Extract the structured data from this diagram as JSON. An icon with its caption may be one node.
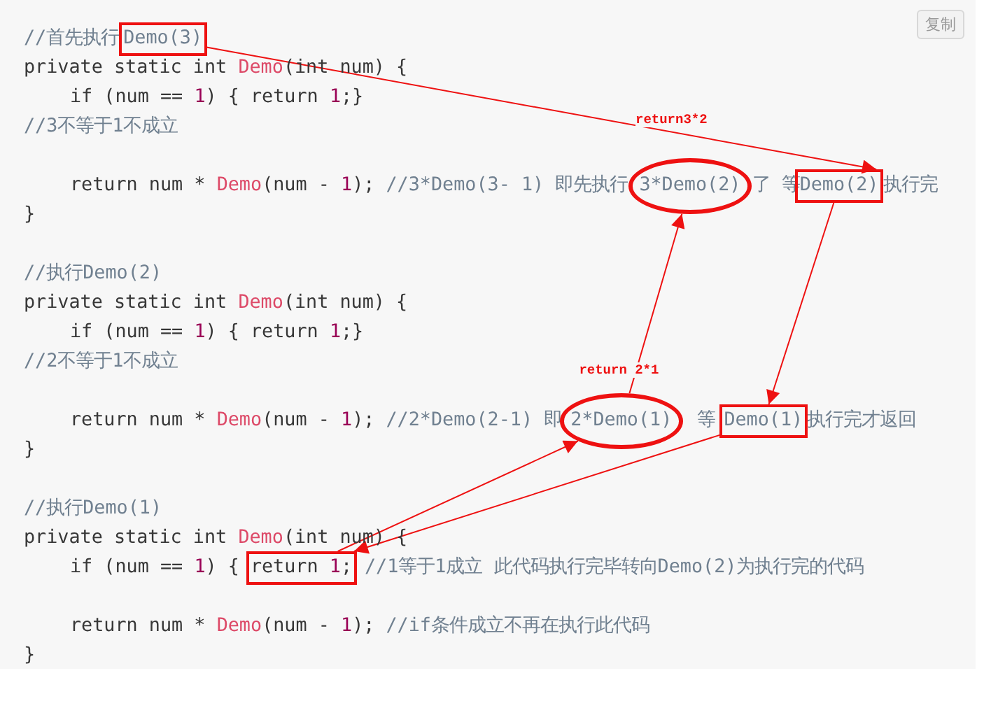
{
  "diagram": {
    "nodes": [
      {
        "text": [
          "Demo(3)"
        ]
      },
      {
        "text": [
          "3*Demo(2)"
        ]
      },
      {
        "text": [
          "Demo(2)"
        ]
      },
      {
        "text": [
          "2*Demo(1)"
        ]
      },
      {
        "text": [
          "Demo(1)"
        ]
      },
      {
        "text": [
          "return 1;"
        ]
      }
    ],
    "edges": [
      {
        "from": 0,
        "to": 2,
        "arrow": "to"
      },
      {
        "from": 2,
        "to": 4,
        "arrow": "to"
      },
      {
        "from": 4,
        "to": 5,
        "arrow": "to"
      },
      {
        "from": 5,
        "to": 3,
        "arrow": "to"
      },
      {
        "from": 3,
        "to": 1,
        "arrow": "to",
        "label": "return 2*1"
      }
    ],
    "labels": [
      "复制",
      "//首先执行",
      "private static int Demo(int num) {",
      "if (num == 1) { return 1;}",
      "//3不等于1不成立",
      "return num * Demo(num - 1); //3*Demo(3- 1) 即先执行",
      "了 等",
      "执行完",
      "}",
      "//执行Demo(2)",
      "private static int Demo(int num) {",
      "if (num == 1) { return 1;}",
      "//2不等于1不成立",
      "return num * Demo(num - 1); //2*Demo(2-1) 即",
      "等",
      "执行完才返回",
      "}",
      "//执行Demo(1)",
      "private static int Demo(int num) {",
      "if (num == 1) {",
      "//1等于1成立 此代码执行完毕转向Demo(2)为执行完的代码",
      "return num * Demo(num - 1); //if条件成立不再在执行此代码",
      "}",
      "return3*2"
    ]
  }
}
